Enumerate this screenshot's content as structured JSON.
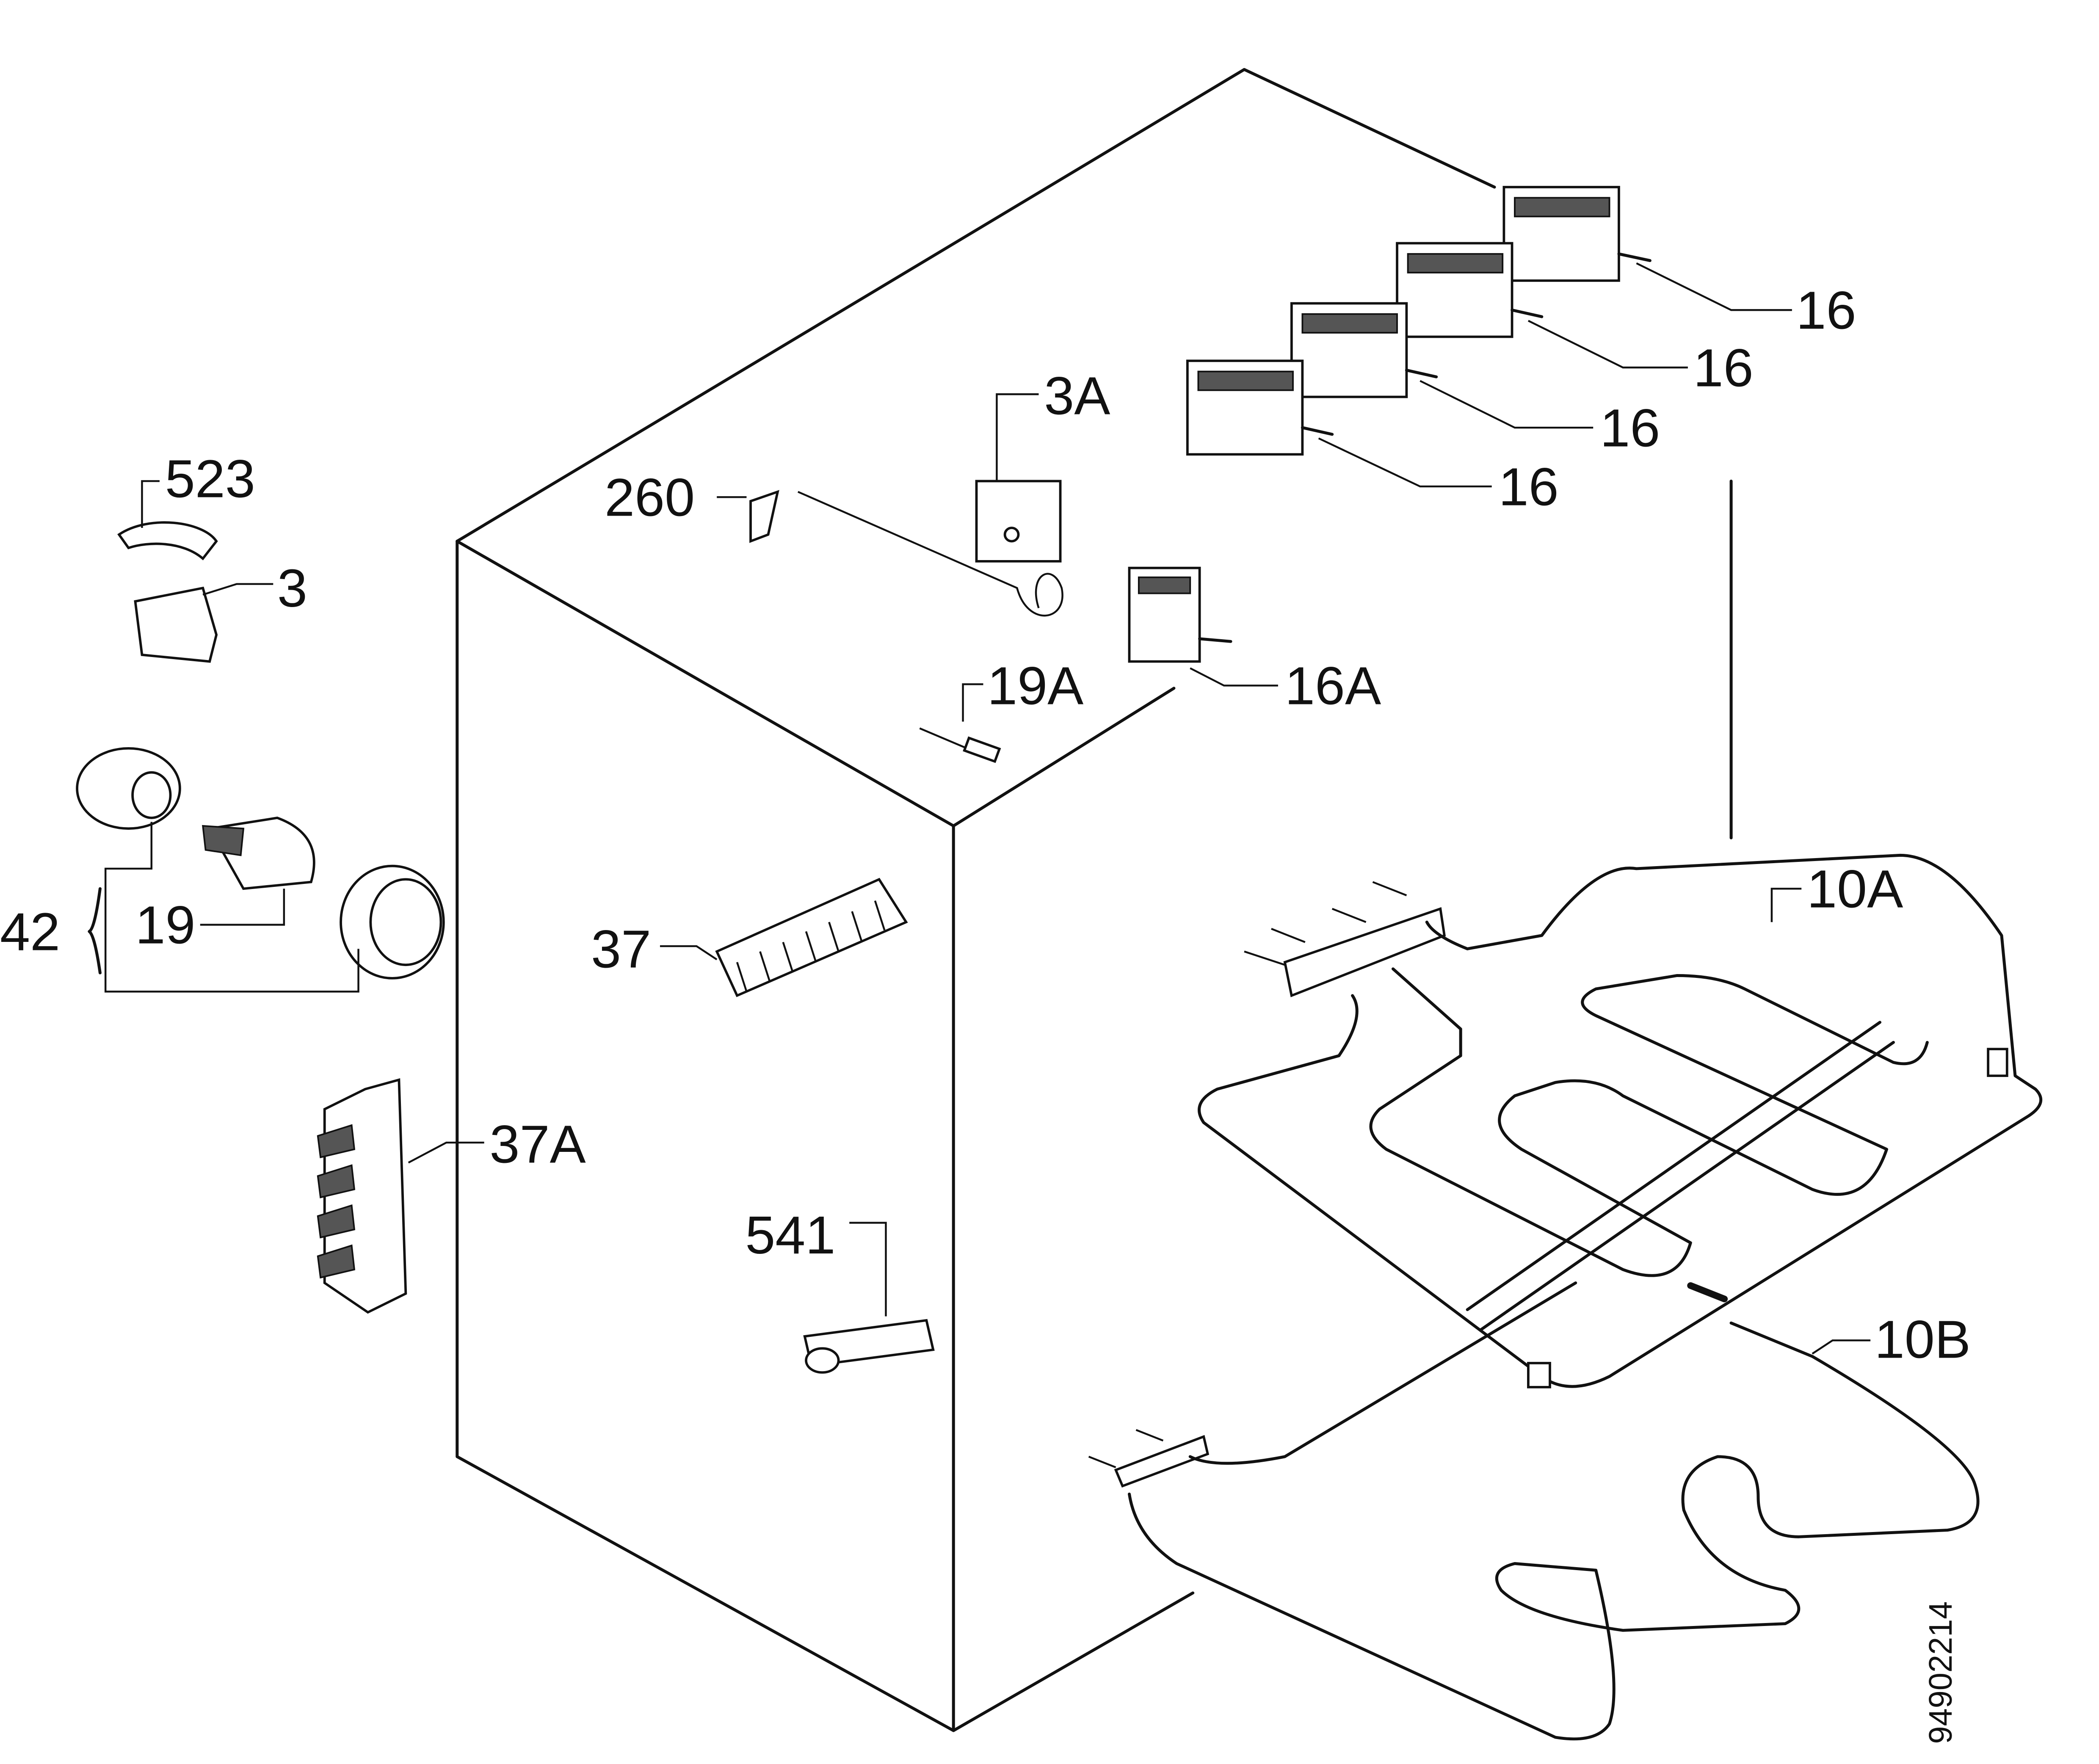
{
  "diagram": {
    "labels": {
      "p16_1": "16",
      "p16_2": "16",
      "p16_3": "16",
      "p16_4": "16",
      "p3A": "3A",
      "p260": "260",
      "p523": "523",
      "p3": "3",
      "p19A": "19A",
      "p16A": "16A",
      "p42": "42",
      "p19": "19",
      "p37": "37",
      "p10A": "10A",
      "p37A": "37A",
      "p541": "541",
      "p10B": "10B"
    },
    "drawing_code": "94902214"
  }
}
